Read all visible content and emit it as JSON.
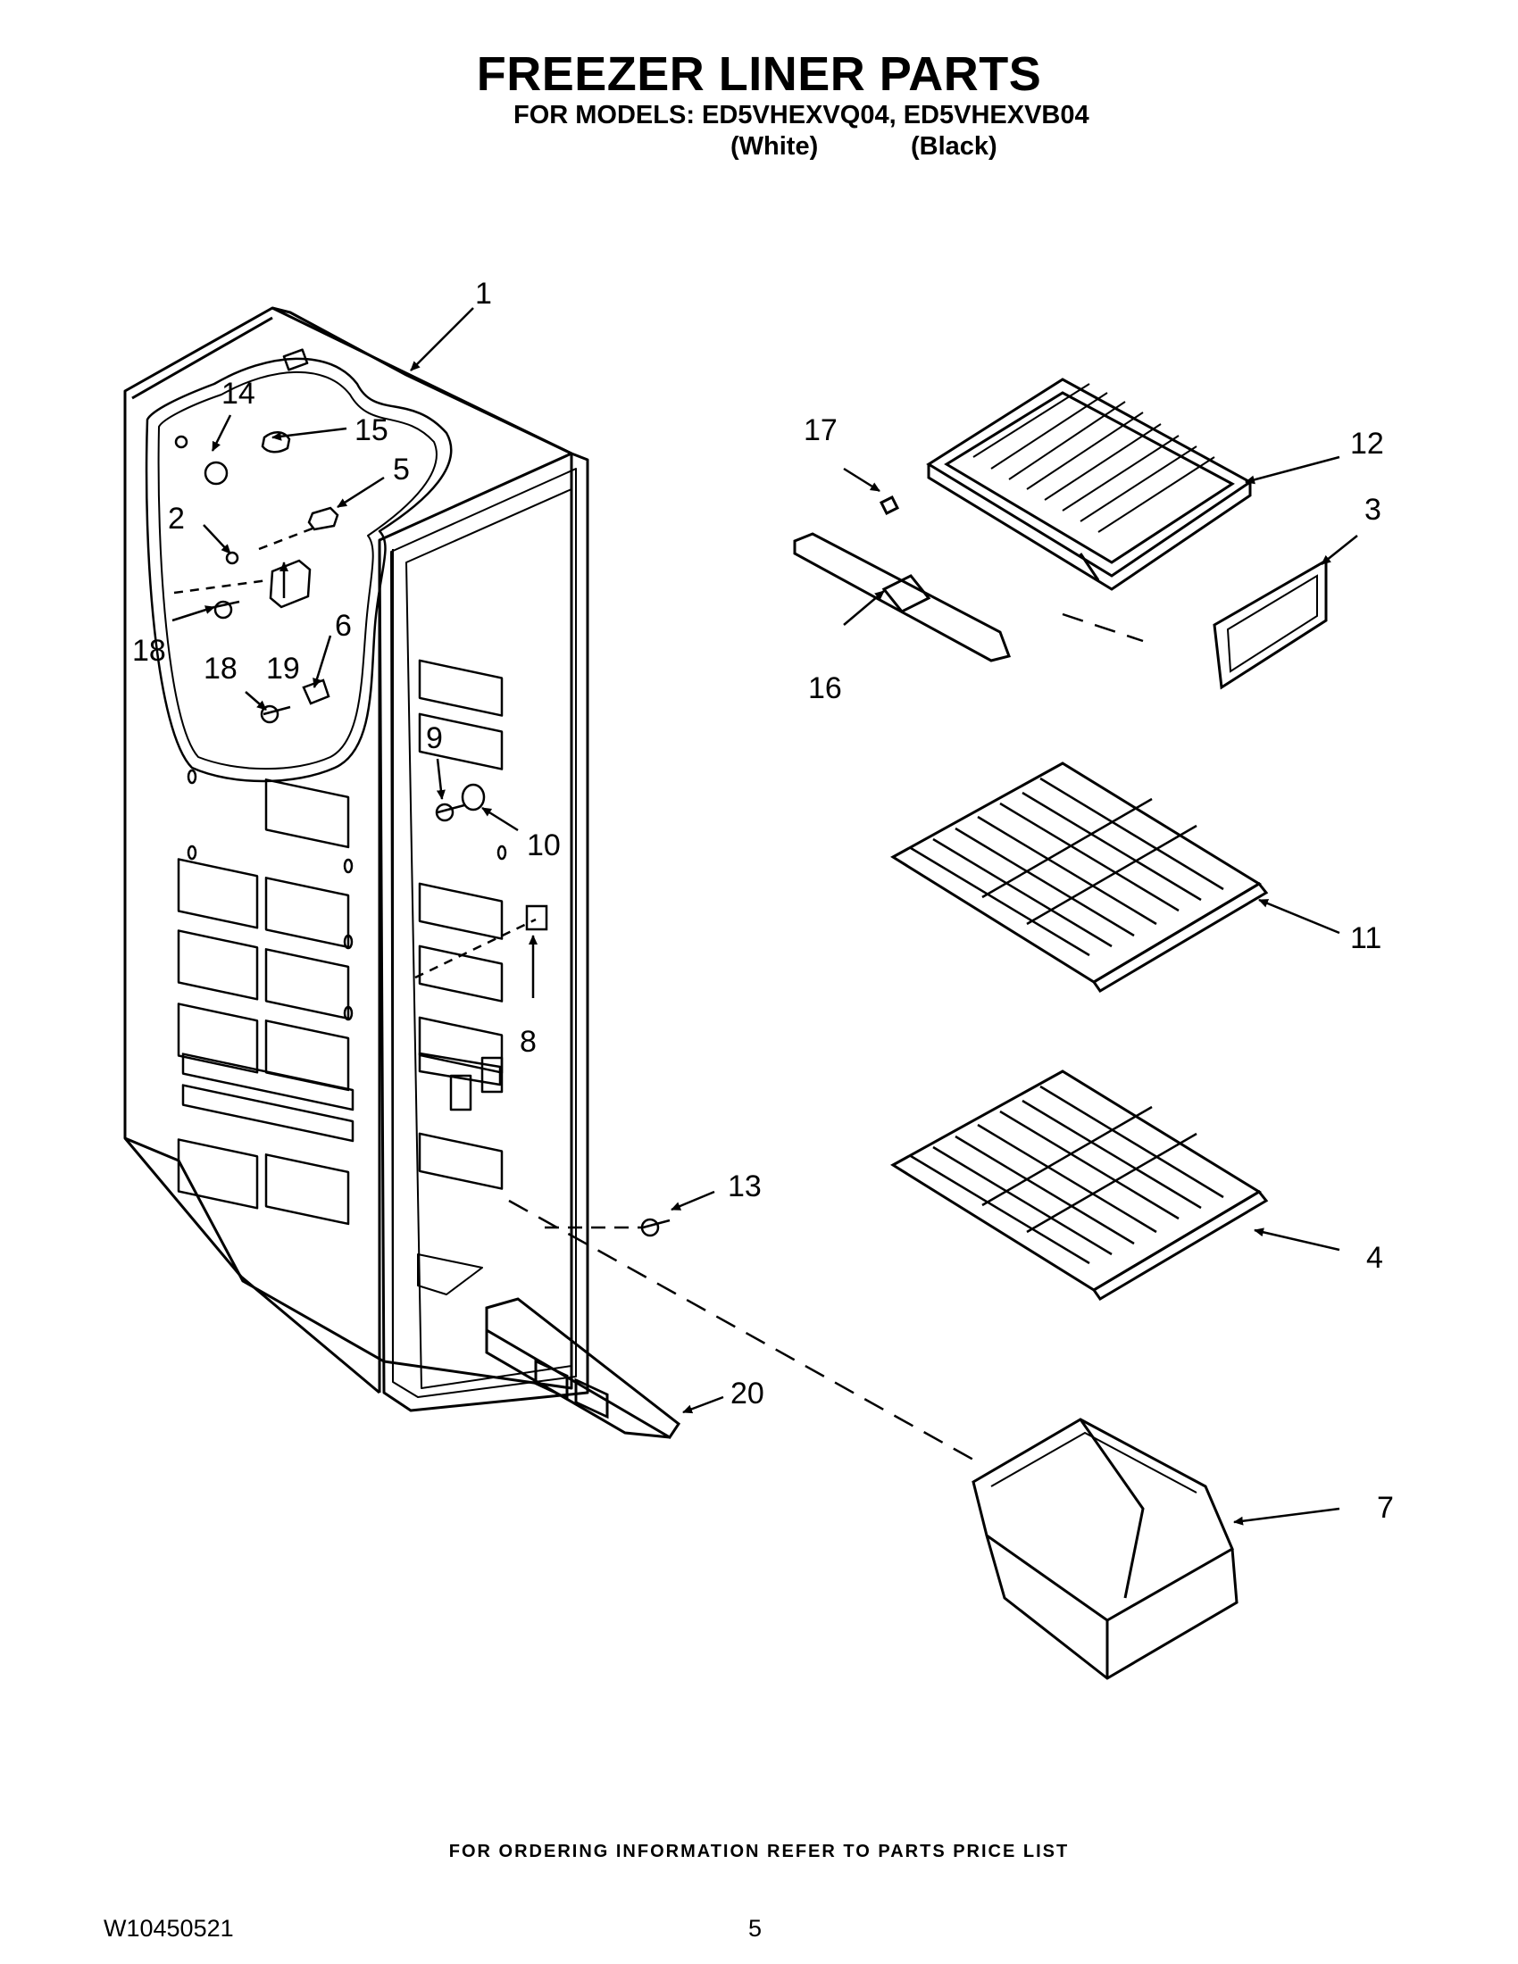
{
  "header": {
    "title": "FREEZER LINER PARTS",
    "models": "FOR MODELS: ED5VHEXVQ04, ED5VHEXVB04",
    "variant_white": "(White)",
    "variant_black": "(Black)"
  },
  "callouts": {
    "c1": "1",
    "c2": "2",
    "c3": "3",
    "c4": "4",
    "c5": "5",
    "c6": "6",
    "c7": "7",
    "c8": "8",
    "c9": "9",
    "c10": "10",
    "c11": "11",
    "c12": "12",
    "c13": "13",
    "c14": "14",
    "c15": "15",
    "c16": "16",
    "c17": "17",
    "c18a": "18",
    "c18b": "18",
    "c19": "19",
    "c20": "20"
  },
  "footer": {
    "note": "FOR ORDERING INFORMATION REFER TO PARTS PRICE LIST",
    "doc_number": "W10450521",
    "page_number": "5"
  }
}
